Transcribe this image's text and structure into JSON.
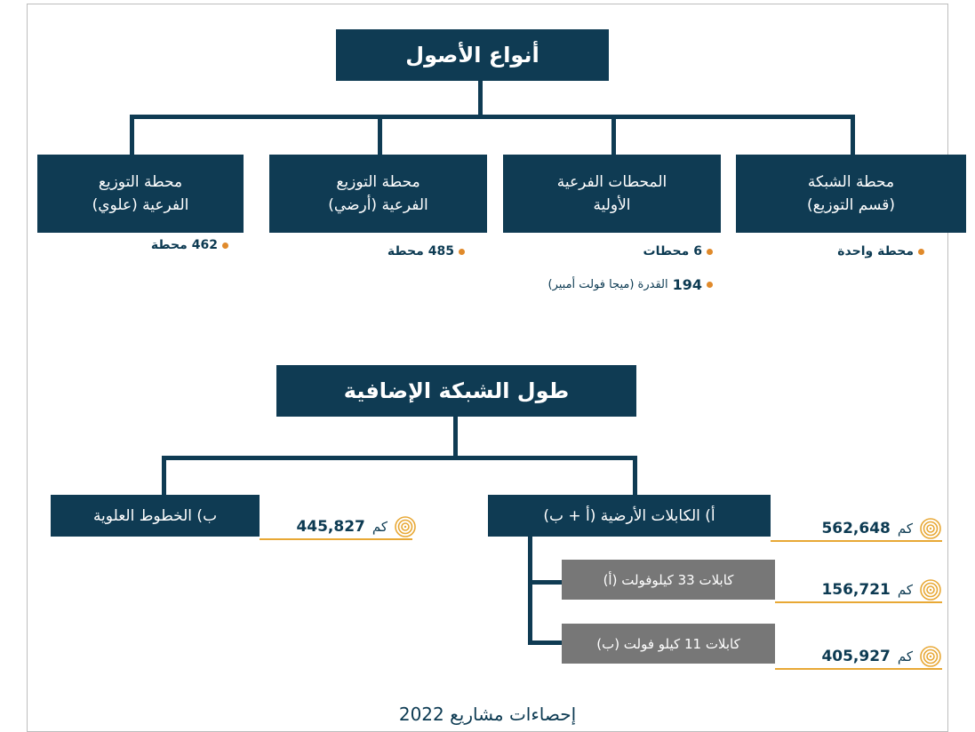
{
  "asset_types": {
    "title": "أنواع الأصول",
    "items": [
      {
        "label": "محطة الشبكة\n(قسم التوزيع)",
        "stats": [
          {
            "value": "",
            "text": "محطة واحدة"
          }
        ]
      },
      {
        "label": "المحطات الفرعية\nالأولية",
        "stats": [
          {
            "value": "6",
            "text": "محطات"
          },
          {
            "value": "194",
            "text": "القدرة (ميجا فولت أمبير)"
          }
        ]
      },
      {
        "label": "محطة التوزيع\nالفرعية (أرضي)",
        "stats": [
          {
            "value": "485",
            "text": "محطة"
          }
        ]
      },
      {
        "label": "محطة التوزيع\nالفرعية (علوي)",
        "stats": [
          {
            "value": "462",
            "text": "محطة"
          }
        ]
      }
    ]
  },
  "network_length": {
    "title": "طول الشبكة الإضافية",
    "unit": "كم",
    "underground": {
      "label": "أ) الكابلات الأرضية (أ + ب)",
      "value": "562,648"
    },
    "overhead": {
      "label": "ب) الخطوط العلوية",
      "value": "445,827"
    },
    "cable_33": {
      "label": "كابلات 33 كيلوفولت (أ)",
      "value": "156,721"
    },
    "cable_11": {
      "label": "كابلات 11 كيلو فولت (ب)",
      "value": "405,927"
    }
  },
  "footer": {
    "text": "إحصاءات مشاريع 2022"
  },
  "colors": {
    "navy": "#0f3b53",
    "orange": "#e08a2b",
    "gold": "#e8a835",
    "grey": "#777777"
  }
}
